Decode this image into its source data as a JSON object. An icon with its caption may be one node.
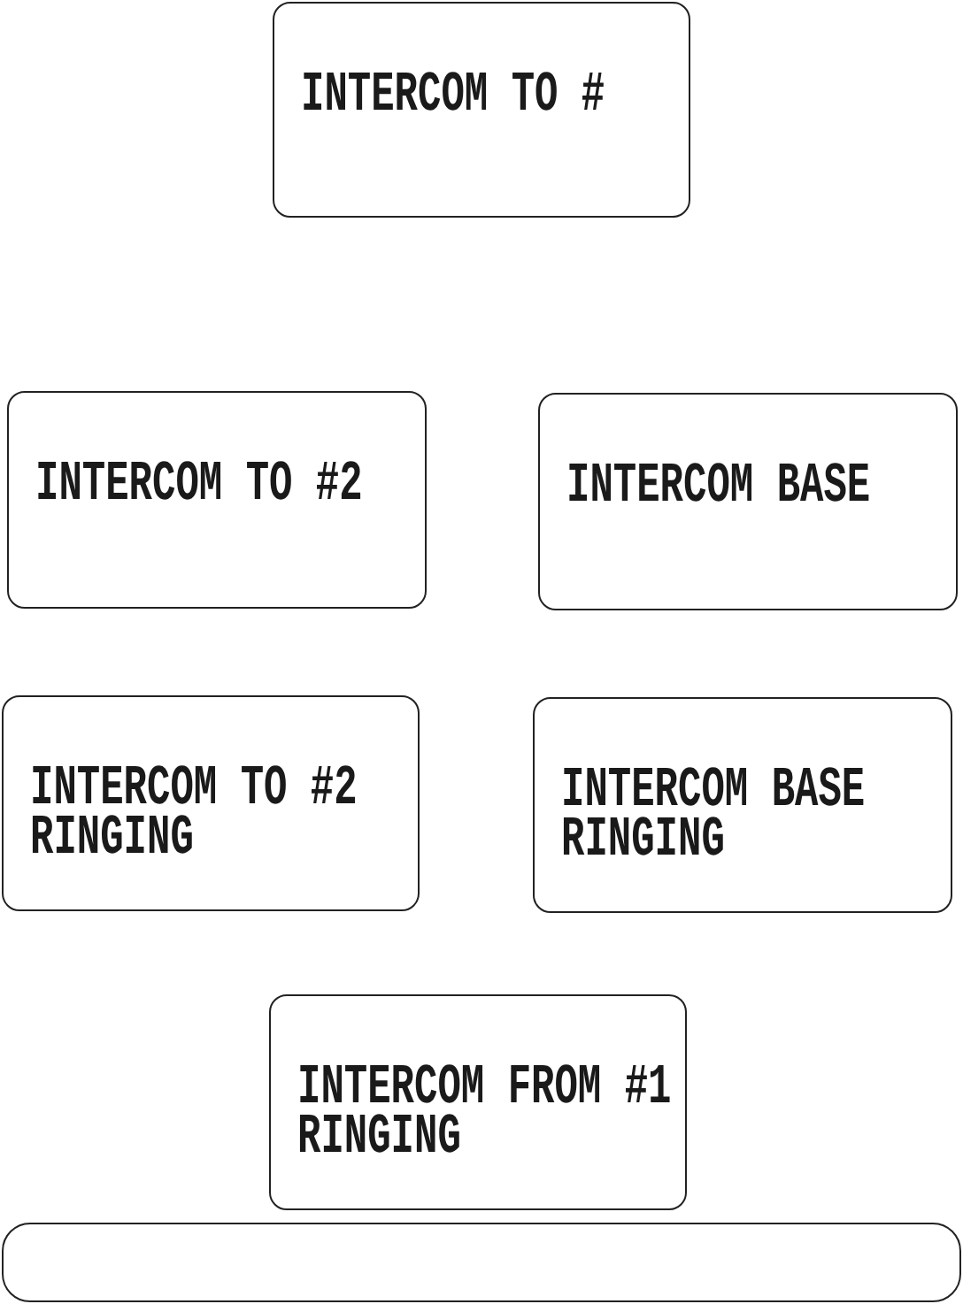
{
  "diagram": {
    "nodes": [
      {
        "text": [
          "INTERCOM TO #"
        ]
      },
      {
        "text": [
          "INTERCOM TO #2"
        ]
      },
      {
        "text": [
          "INTERCOM BASE"
        ]
      },
      {
        "text": [
          "INTERCOM TO #2",
          "RINGING"
        ]
      },
      {
        "text": [
          "INTERCOM BASE",
          "RINGING"
        ]
      },
      {
        "text": [
          "INTERCOM FROM #1",
          "RINGING"
        ]
      },
      {
        "text": [],
        "shape": "bar"
      }
    ]
  }
}
